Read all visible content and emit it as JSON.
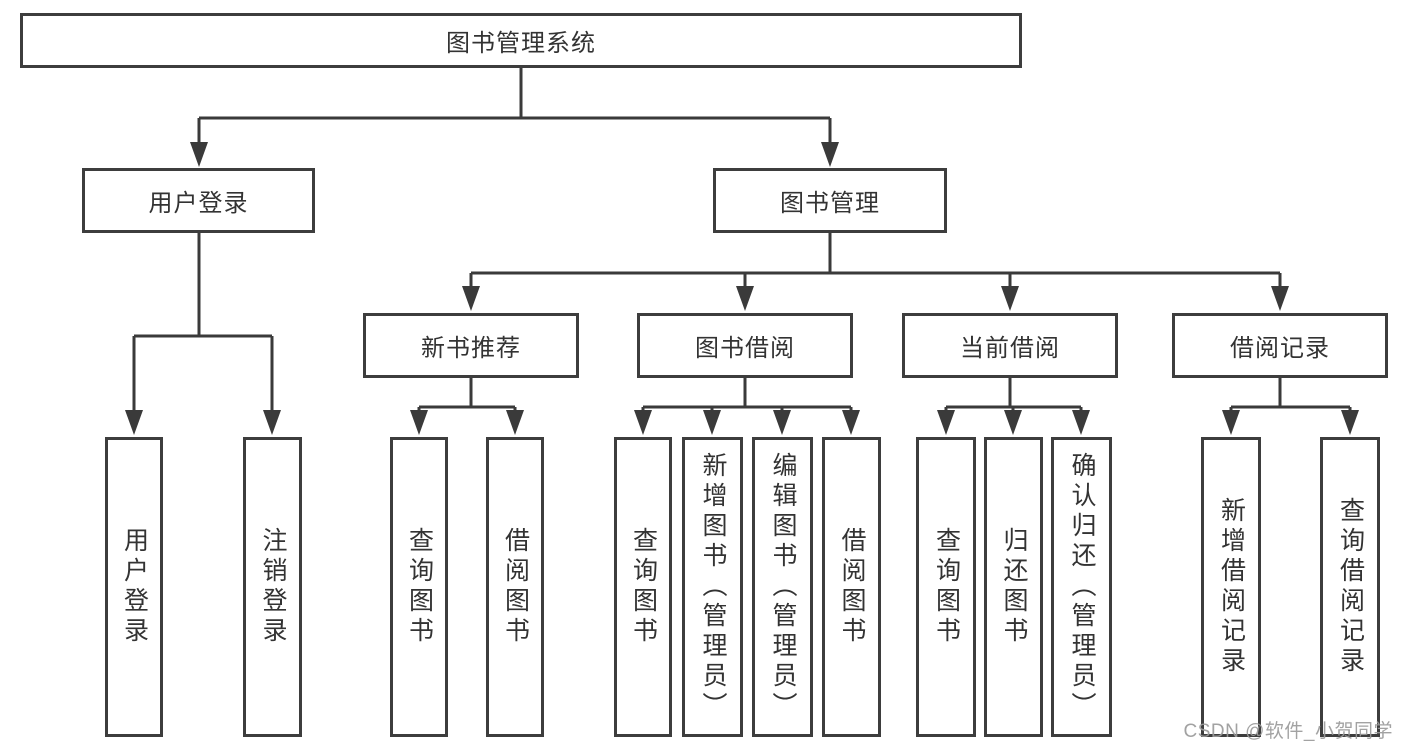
{
  "tree": {
    "label": "图书管理系统",
    "children": [
      {
        "label": "用户登录",
        "children": [
          {
            "label": "用户登录"
          },
          {
            "label": "注销登录"
          }
        ]
      },
      {
        "label": "图书管理",
        "children": [
          {
            "label": "新书推荐",
            "children": [
              {
                "label": "查询图书"
              },
              {
                "label": "借阅图书"
              }
            ]
          },
          {
            "label": "图书借阅",
            "children": [
              {
                "label": "查询图书"
              },
              {
                "label": "新增图书（管理员）"
              },
              {
                "label": "编辑图书（管理员）"
              },
              {
                "label": "借阅图书"
              }
            ]
          },
          {
            "label": "当前借阅",
            "children": [
              {
                "label": "查询图书"
              },
              {
                "label": "归还图书"
              },
              {
                "label": "确认归还（管理员）"
              }
            ]
          },
          {
            "label": "借阅记录",
            "children": [
              {
                "label": "新增借阅记录"
              },
              {
                "label": "查询借阅记录"
              }
            ]
          }
        ]
      }
    ]
  },
  "watermark": {
    "text": "CSDN @软件_小贺同学"
  },
  "colors": {
    "line": "#3d3d3d",
    "text": "#333333",
    "watermark": "#9a9a9a"
  }
}
